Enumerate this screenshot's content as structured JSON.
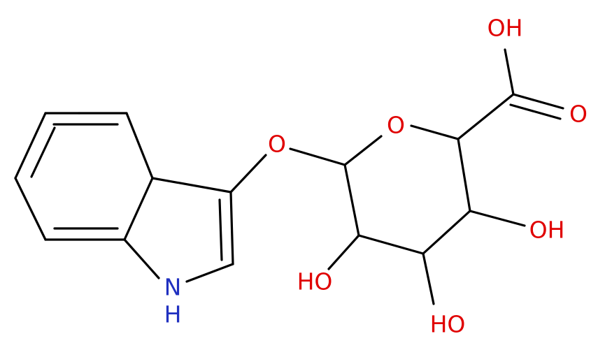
{
  "molecule": {
    "colors": {
      "bond": "#000000",
      "oxygen": "#e00000",
      "nitrogen": "#2030c0"
    },
    "labels": {
      "ring_oxygen": "O",
      "ether_oxygen": "O",
      "acid_oh": "OH",
      "acid_carbonyl_o": "O",
      "oh_c3": "OH",
      "oh_c2": "HO",
      "oh_c1": "HO",
      "nh_n": "N",
      "nh_h": "H"
    }
  }
}
